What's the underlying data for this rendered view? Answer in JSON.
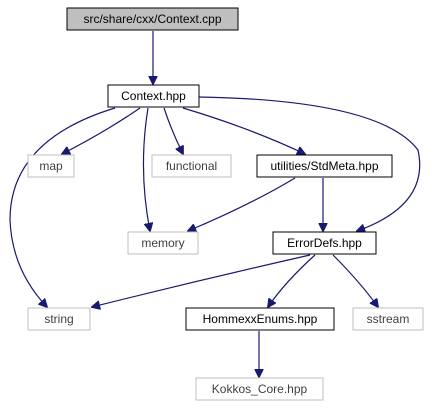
{
  "title": "src/share/cxx/Context.cpp",
  "colors": {
    "edge": "#191970",
    "root_fill": "#bfbfbf",
    "node_border": "#000000",
    "external_border": "#bfbfbf",
    "external_text": "#404040"
  },
  "nodes": [
    {
      "id": "context_cpp",
      "label": "src/share/cxx/Context.cpp",
      "kind": "root"
    },
    {
      "id": "context_hpp",
      "label": "Context.hpp",
      "kind": "internal"
    },
    {
      "id": "map",
      "label": "map",
      "kind": "external"
    },
    {
      "id": "functional",
      "label": "functional",
      "kind": "external"
    },
    {
      "id": "stdmeta",
      "label": "utilities/StdMeta.hpp",
      "kind": "internal"
    },
    {
      "id": "memory",
      "label": "memory",
      "kind": "external"
    },
    {
      "id": "errordefs",
      "label": "ErrorDefs.hpp",
      "kind": "internal"
    },
    {
      "id": "string",
      "label": "string",
      "kind": "external"
    },
    {
      "id": "hommexx",
      "label": "HommexxEnums.hpp",
      "kind": "internal"
    },
    {
      "id": "sstream",
      "label": "sstream",
      "kind": "external"
    },
    {
      "id": "kokkos",
      "label": "Kokkos_Core.hpp",
      "kind": "external"
    }
  ],
  "edges": [
    {
      "from": "context_cpp",
      "to": "context_hpp"
    },
    {
      "from": "context_hpp",
      "to": "map"
    },
    {
      "from": "context_hpp",
      "to": "functional"
    },
    {
      "from": "context_hpp",
      "to": "stdmeta"
    },
    {
      "from": "context_hpp",
      "to": "memory"
    },
    {
      "from": "context_hpp",
      "to": "errordefs"
    },
    {
      "from": "context_hpp",
      "to": "string"
    },
    {
      "from": "stdmeta",
      "to": "memory"
    },
    {
      "from": "stdmeta",
      "to": "errordefs"
    },
    {
      "from": "errordefs",
      "to": "string"
    },
    {
      "from": "errordefs",
      "to": "hommexx"
    },
    {
      "from": "errordefs",
      "to": "sstream"
    },
    {
      "from": "hommexx",
      "to": "kokkos"
    }
  ]
}
